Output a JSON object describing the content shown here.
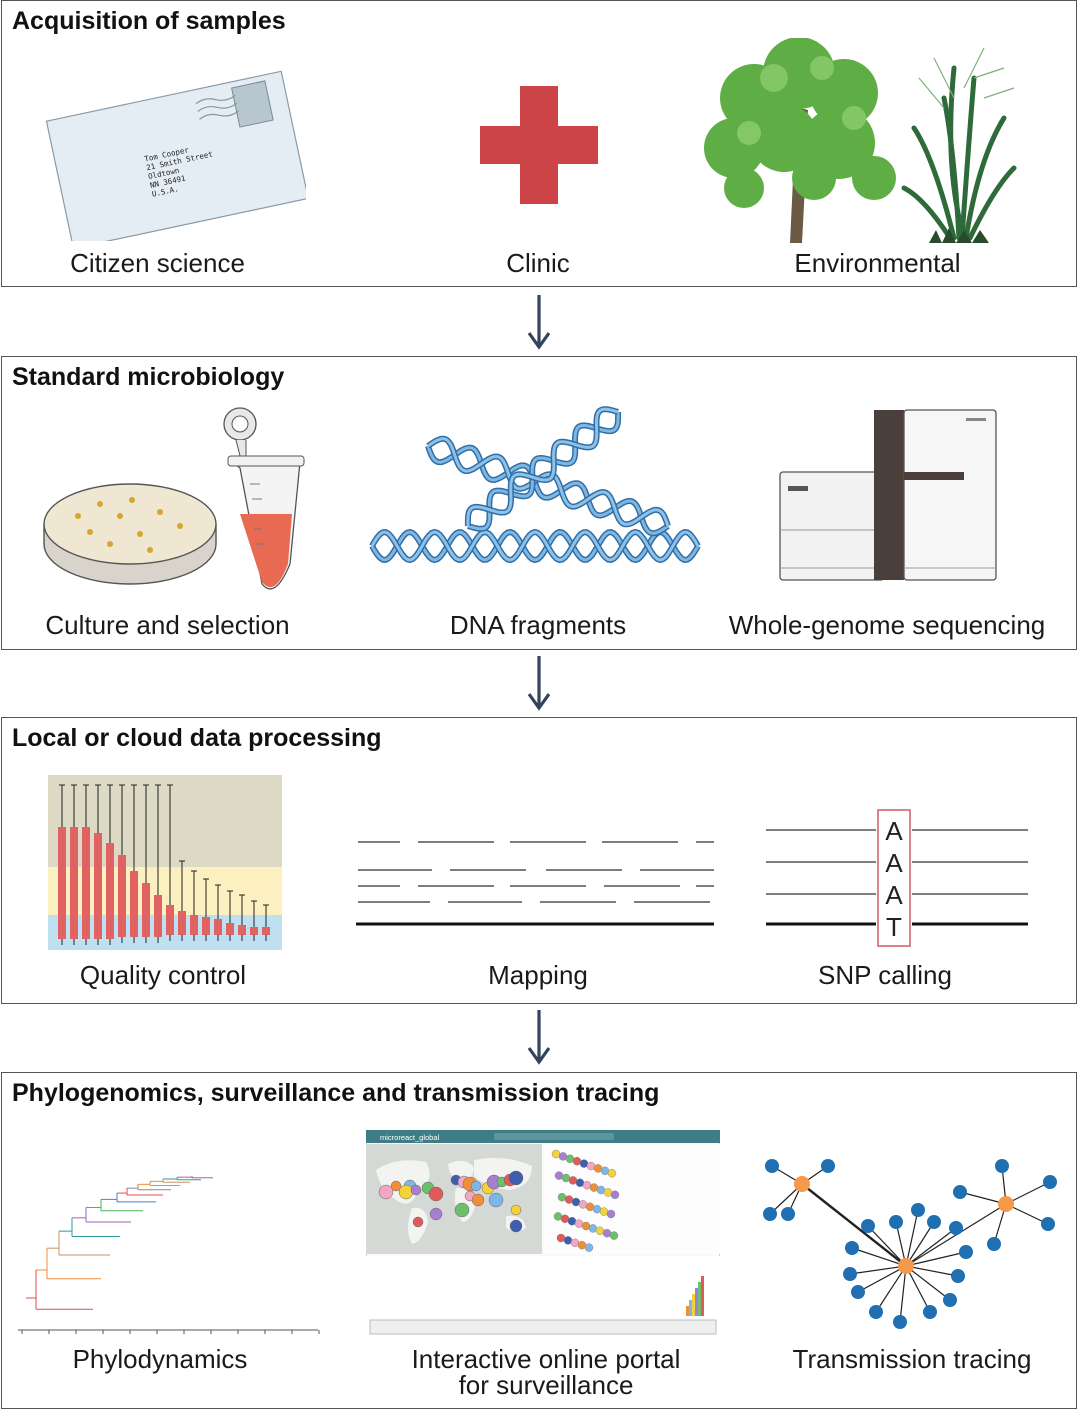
{
  "panels": [
    {
      "title": "Acquisition of samples",
      "items": [
        {
          "label": "Citizen science",
          "icon": "envelope-icon"
        },
        {
          "label": "Clinic",
          "icon": "red-cross-icon"
        },
        {
          "label": "Environmental",
          "icon": "tree-and-grass-icon"
        }
      ],
      "envelope_address": [
        "Tom Cooper",
        "21 Smith Street",
        "Oldtown",
        "NN 36491",
        "U.S.A."
      ]
    },
    {
      "title": "Standard microbiology",
      "items": [
        {
          "label": "Culture and selection",
          "icon": "petri-dish-and-tube-icon"
        },
        {
          "label": "DNA fragments",
          "icon": "dna-helix-icon"
        },
        {
          "label": "Whole-genome sequencing",
          "icon": "sequencer-machine-icon"
        }
      ]
    },
    {
      "title": "Local or cloud data processing",
      "items": [
        {
          "label": "Quality control",
          "icon": "quality-boxplot-icon"
        },
        {
          "label": "Mapping",
          "icon": "read-mapping-icon"
        },
        {
          "label": "SNP calling",
          "icon": "snp-alignment-icon"
        }
      ],
      "snp_bases": [
        "A",
        "A",
        "A",
        "T"
      ]
    },
    {
      "title": "Phylogenomics, surveillance and transmission tracing",
      "items": [
        {
          "label": "Phylodynamics",
          "icon": "phylogenetic-tree-icon"
        },
        {
          "label": "Interactive online portal\nfor surveillance",
          "label_line1": "Interactive online portal",
          "label_line2": "for surveillance",
          "icon": "portal-screenshot-icon"
        },
        {
          "label": "Transmission tracing",
          "icon": "transmission-network-icon"
        }
      ],
      "portal_title": "microreact_global"
    }
  ],
  "colors": {
    "border": "#555555",
    "arrow": "#34445e",
    "cross": "#cc4448",
    "dna": "#4a8cc4",
    "node_blue": "#1f6fb2",
    "node_orange": "#f59a4a",
    "qc_red": "#e06262"
  }
}
